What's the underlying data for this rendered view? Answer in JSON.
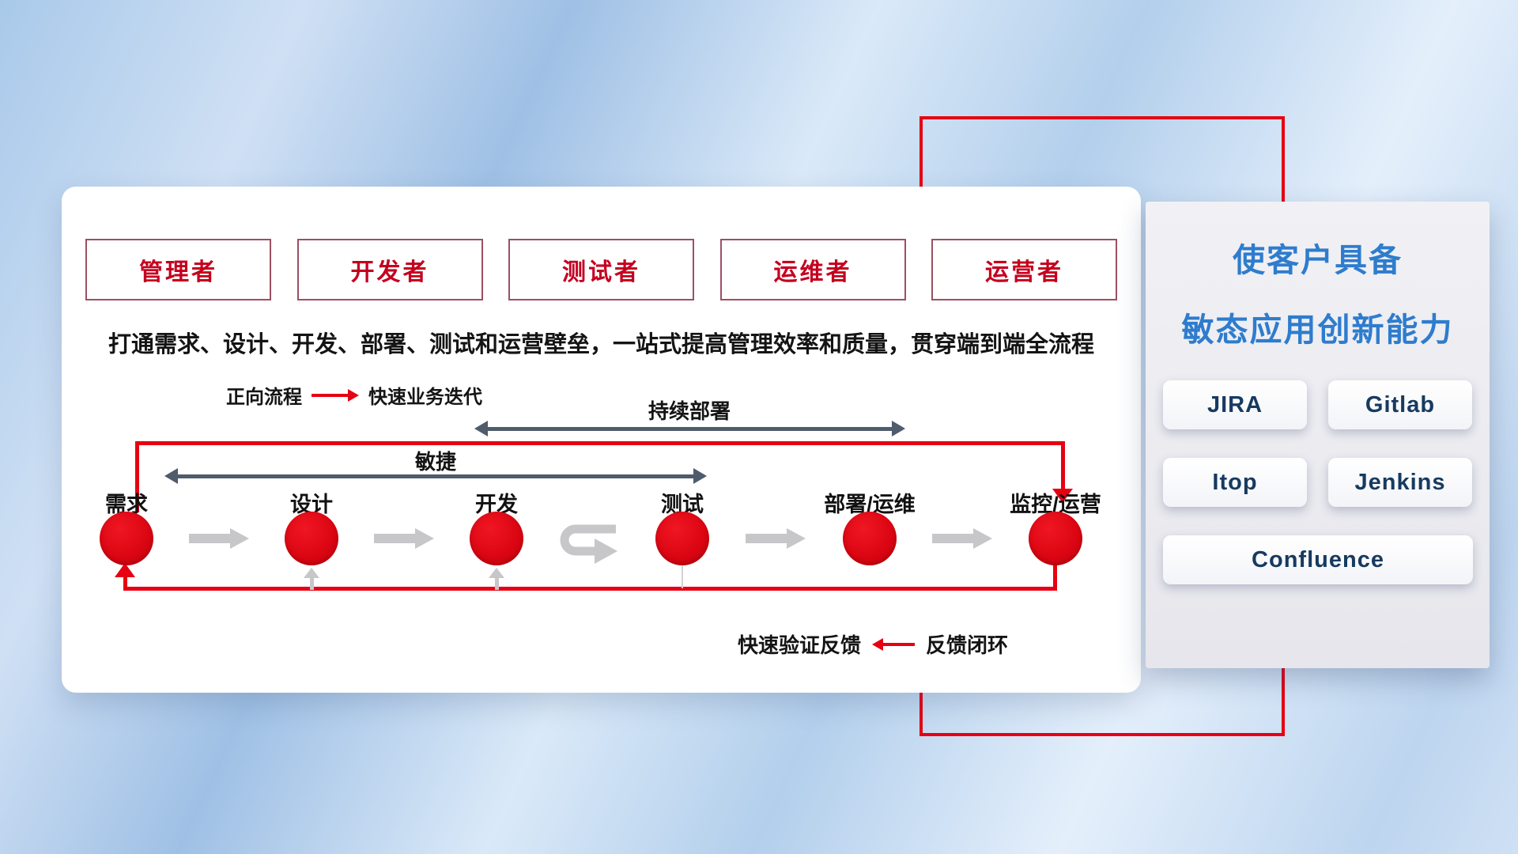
{
  "card": {
    "roles": [
      {
        "label": "管理者"
      },
      {
        "label": "开发者"
      },
      {
        "label": "测试者"
      },
      {
        "label": "运维者"
      },
      {
        "label": "运营者"
      }
    ],
    "subtitle": "打通需求、设计、开发、部署、测试和运营壁垒，一站式提高管理效率和质量，贯穿端到端全流程",
    "legend_forward": {
      "label": "正向流程",
      "desc": "快速业务迭代"
    },
    "legend_feedback": {
      "desc": "快速验证反馈",
      "label": "反馈闭环"
    },
    "flow": {
      "cd_label": "持续部署",
      "agile_label": "敏捷",
      "stages": [
        {
          "label": "需求"
        },
        {
          "label": "设计"
        },
        {
          "label": "开发"
        },
        {
          "label": "测试"
        },
        {
          "label": "部署/运维"
        },
        {
          "label": "监控/运营"
        }
      ]
    }
  },
  "panel": {
    "title_line1": "使客户具备",
    "title_line2": "敏态应用创新能力",
    "tools": [
      {
        "label": "JIRA"
      },
      {
        "label": "Gitlab"
      },
      {
        "label": "Itop"
      },
      {
        "label": "Jenkins"
      },
      {
        "label": "Confluence"
      }
    ]
  },
  "icons": {
    "iteration_loop": "loop-arrow",
    "forward_arrow": "right-arrow",
    "feedback_arrow": "left-arrow",
    "flow_arrow": "block-right-arrow"
  },
  "colors": {
    "accent_red": "#e60012",
    "title_blue": "#2e7ccd",
    "tool_navy": "#173a60",
    "arrow_slate": "#4e5c6c",
    "arrow_gray": "#c7c7ca",
    "role_red": "#c5001f",
    "role_border": "#9d4f63"
  }
}
